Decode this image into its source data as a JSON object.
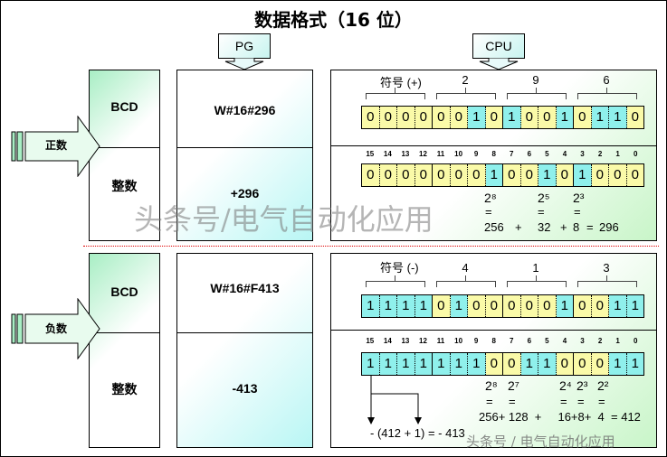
{
  "title": "数据格式（16 位）",
  "pg_label": "PG",
  "cpu_label": "CPU",
  "positive": {
    "arrow_label": "正数",
    "bcd_label": "BCD",
    "int_label": "整数",
    "bcd_value": "W#16#296",
    "int_value": "+296",
    "sign_label": "符号 (+)",
    "nibble_labels": [
      "2",
      "9",
      "6"
    ],
    "bcd_bits": [
      0,
      0,
      0,
      0,
      0,
      0,
      1,
      0,
      1,
      0,
      0,
      1,
      0,
      1,
      1,
      0
    ],
    "int_bits": [
      0,
      0,
      0,
      0,
      0,
      0,
      0,
      1,
      0,
      0,
      1,
      0,
      1,
      0,
      0,
      0
    ],
    "powers": [
      "2⁸",
      "2⁵",
      "2³"
    ],
    "eq": "=",
    "sum": [
      "256",
      "+",
      "32",
      "+",
      "8",
      "=",
      "296"
    ]
  },
  "negative": {
    "arrow_label": "负数",
    "bcd_label": "BCD",
    "int_label": "整数",
    "bcd_value": "W#16#F413",
    "int_value": "-413",
    "sign_label": "符号 (-)",
    "nibble_labels": [
      "4",
      "1",
      "3"
    ],
    "bcd_bits": [
      1,
      1,
      1,
      1,
      0,
      1,
      0,
      0,
      0,
      0,
      0,
      1,
      0,
      0,
      1,
      1
    ],
    "int_bits": [
      1,
      1,
      1,
      1,
      1,
      1,
      1,
      0,
      0,
      1,
      1,
      0,
      0,
      0,
      1,
      1
    ],
    "powers": [
      "2⁸",
      "2⁷",
      "2⁴",
      "2³",
      "2²"
    ],
    "sum": "256+ 128  +     16+8+  4  = 412",
    "complement": "- (412 + 1) = - 413"
  },
  "bit_numbers": [
    "15",
    "14",
    "13",
    "12",
    "11",
    "10",
    "9",
    "8",
    "7",
    "6",
    "5",
    "4",
    "3",
    "2",
    "1",
    "0"
  ],
  "watermarks": [
    "头条号/电气自动化应用",
    "头条号 / 电气自动化应用"
  ]
}
